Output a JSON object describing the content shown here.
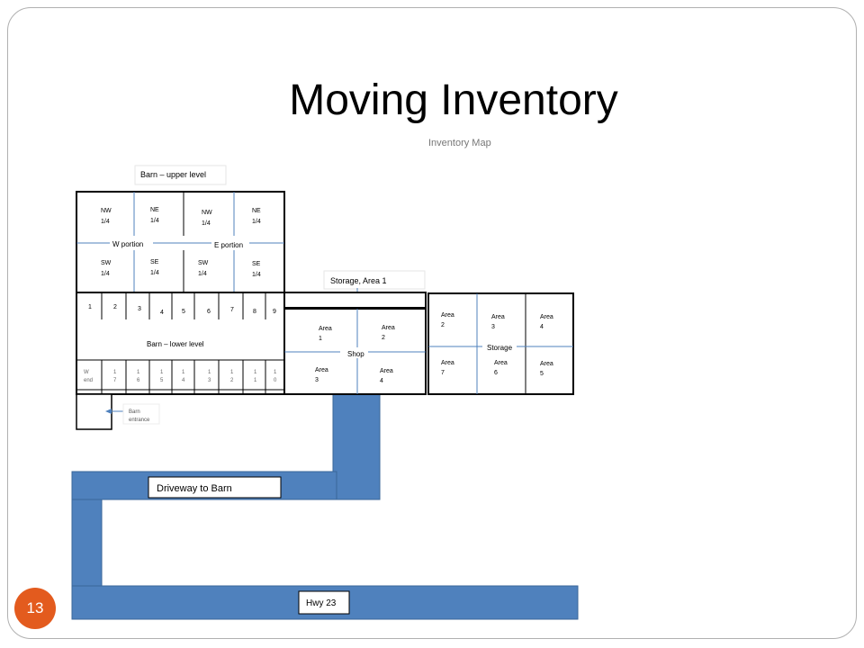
{
  "slide": {
    "title": "Moving Inventory",
    "subtitle": "Inventory Map",
    "page_number": "13"
  },
  "colors": {
    "road": "#4f81bd",
    "accent": "#e35b1e",
    "divider": "#4f81bd"
  },
  "map": {
    "upper_label": "Barn – upper level",
    "lower_label": "Barn – lower level",
    "w_portion": "W portion",
    "e_portion": "E portion",
    "upper_quads_top": [
      {
        "l1": "NW",
        "l2": "1/4"
      },
      {
        "l1": "NE",
        "l2": "1/4"
      },
      {
        "l1": "NW",
        "l2": "1/4"
      },
      {
        "l1": "NE",
        "l2": "1/4"
      }
    ],
    "upper_quads_bottom": [
      {
        "l1": "SW",
        "l2": "1/4"
      },
      {
        "l1": "SE",
        "l2": "1/4"
      },
      {
        "l1": "SW",
        "l2": "1/4"
      },
      {
        "l1": "SE",
        "l2": "1/4"
      }
    ],
    "stall_top": [
      "1",
      "2",
      "3",
      "4",
      "5",
      "6",
      "7",
      "8",
      "9"
    ],
    "stall_bottom": [
      {
        "l1": "W",
        "l2": "end"
      },
      {
        "l1": "1",
        "l2": "7"
      },
      {
        "l1": "1",
        "l2": "6"
      },
      {
        "l1": "1",
        "l2": "5"
      },
      {
        "l1": "1",
        "l2": "4"
      },
      {
        "l1": "1",
        "l2": "3"
      },
      {
        "l1": "1",
        "l2": "2"
      },
      {
        "l1": "1",
        "l2": "1"
      },
      {
        "l1": "1",
        "l2": "0"
      }
    ],
    "storage_area1": "Storage, Area 1",
    "shop": "Shop",
    "shop_areas": [
      {
        "l1": "Area",
        "l2": "1"
      },
      {
        "l1": "Area",
        "l2": "2"
      },
      {
        "l1": "Area",
        "l2": "3"
      },
      {
        "l1": "Area",
        "l2": "4"
      }
    ],
    "storage": "Storage",
    "storage_areas": [
      {
        "l1": "Area",
        "l2": "2"
      },
      {
        "l1": "Area",
        "l2": "3"
      },
      {
        "l1": "Area",
        "l2": "4"
      },
      {
        "l1": "Area",
        "l2": "7"
      },
      {
        "l1": "Area",
        "l2": "6"
      },
      {
        "l1": "Area",
        "l2": "5"
      }
    ],
    "barn_entrance": {
      "l1": "Barn",
      "l2": "entrance"
    },
    "driveway": "Driveway to Barn",
    "highway": "Hwy 23"
  }
}
